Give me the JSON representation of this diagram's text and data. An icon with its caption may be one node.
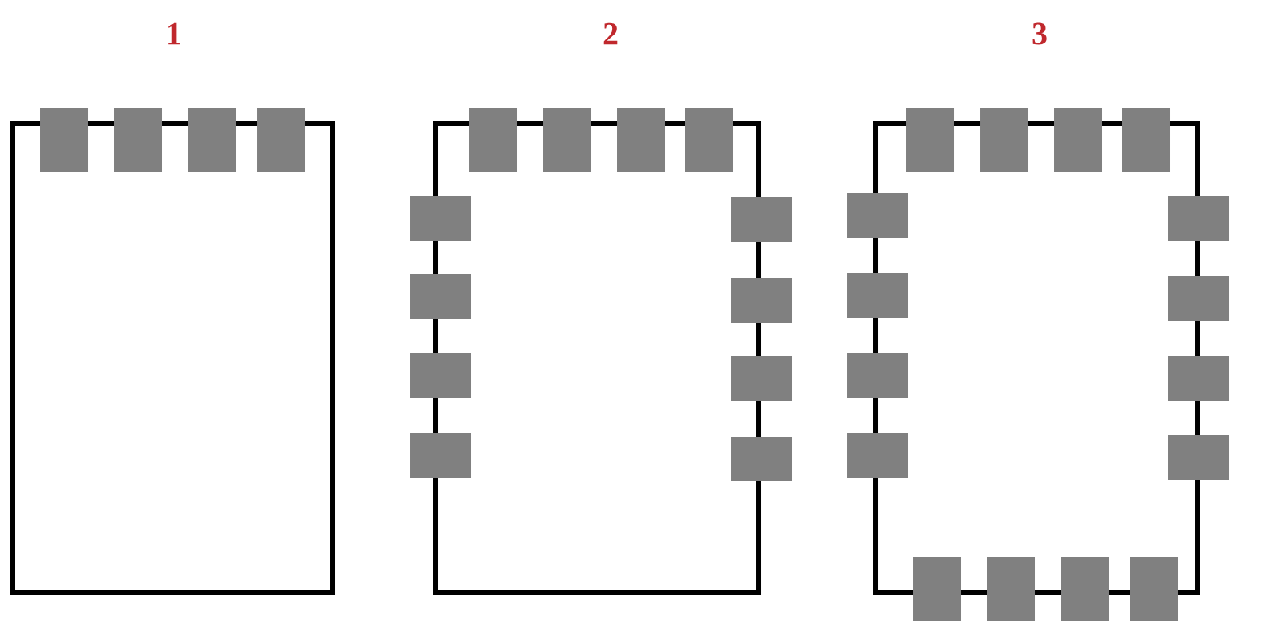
{
  "diagram": {
    "nodes": [
      {
        "text": [
          "1"
        ]
      },
      {
        "text": [
          "2"
        ]
      },
      {
        "text": [
          "3"
        ]
      }
    ]
  }
}
